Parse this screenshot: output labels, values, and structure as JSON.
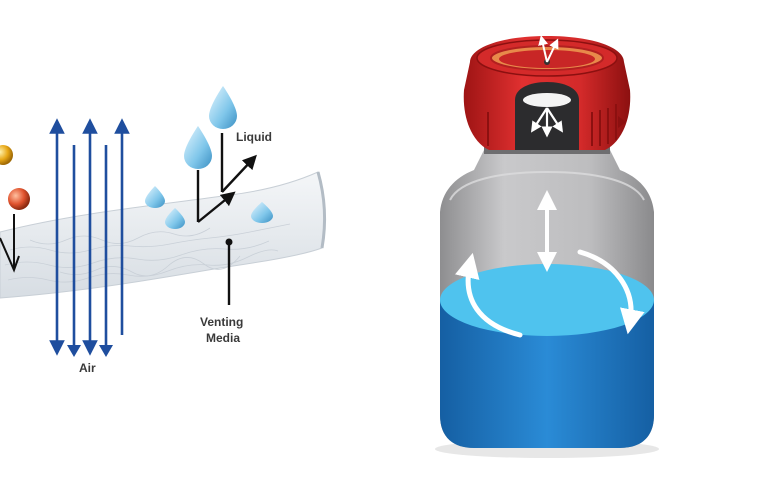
{
  "labels": {
    "liquid": "Liquid",
    "venting_line1": "Venting",
    "venting_line2": "Media",
    "air": "Air"
  },
  "colors": {
    "air_arrow": "#1f4e9e",
    "media": "#e9eef3",
    "droplet": "#7fc6ea",
    "particle_gold": "#e8a817",
    "particle_red": "#e0532e",
    "cap_red": "#d42a2a",
    "bottle_gray": "#b9b9bb",
    "liquid_light": "#4fc3ee",
    "liquid_dark": "#1e7ec8"
  },
  "icons": [
    "air-arrow-icon",
    "droplet-icon",
    "particle-icon",
    "arrow-icon"
  ]
}
